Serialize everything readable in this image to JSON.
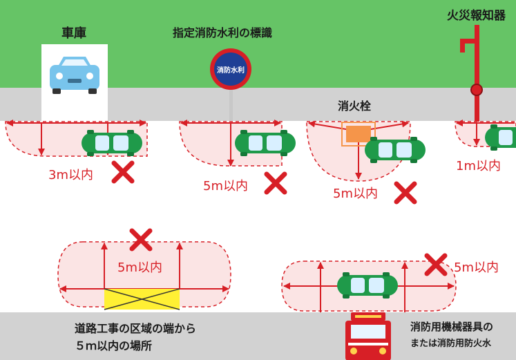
{
  "colors": {
    "grass": "#66c466",
    "sidewalk": "#d2d2d2",
    "road": "#ffffff",
    "zone_fill": "#fbe4e4",
    "zone_line": "#d71f26",
    "car_body": "#1f9a4a",
    "car_window": "#d9f0ff",
    "hydrant": "#f5954a",
    "roadwork": "#fff034",
    "sign_blue": "#1f3f95",
    "sign_red": "#d71f26"
  },
  "labels": {
    "garage": "車庫",
    "water_sign": "指定消防水利の標識",
    "water_sign_plate": "消防水利",
    "hydrant": "消火栓",
    "alarm": "火災報知器",
    "roadwork_line1": "道路工事の区域の端から",
    "roadwork_line2": "５ｍ以内の場所",
    "firetruck_line1": "消防用機械器具の",
    "firetruck_line2": "または消防用防火水"
  },
  "distances": {
    "garage": "3m以内",
    "water_sign": "5m以内",
    "hydrant": "5m以内",
    "alarm": "1m以内",
    "roadwork": "5m以内",
    "firetruck": "5m以内"
  },
  "marks": {
    "cross": "✕"
  },
  "icons": [
    "blue-car-icon",
    "green-car-icon",
    "fire-truck-icon",
    "cross-icon",
    "hydrant-icon",
    "fire-alarm-pole-icon"
  ]
}
